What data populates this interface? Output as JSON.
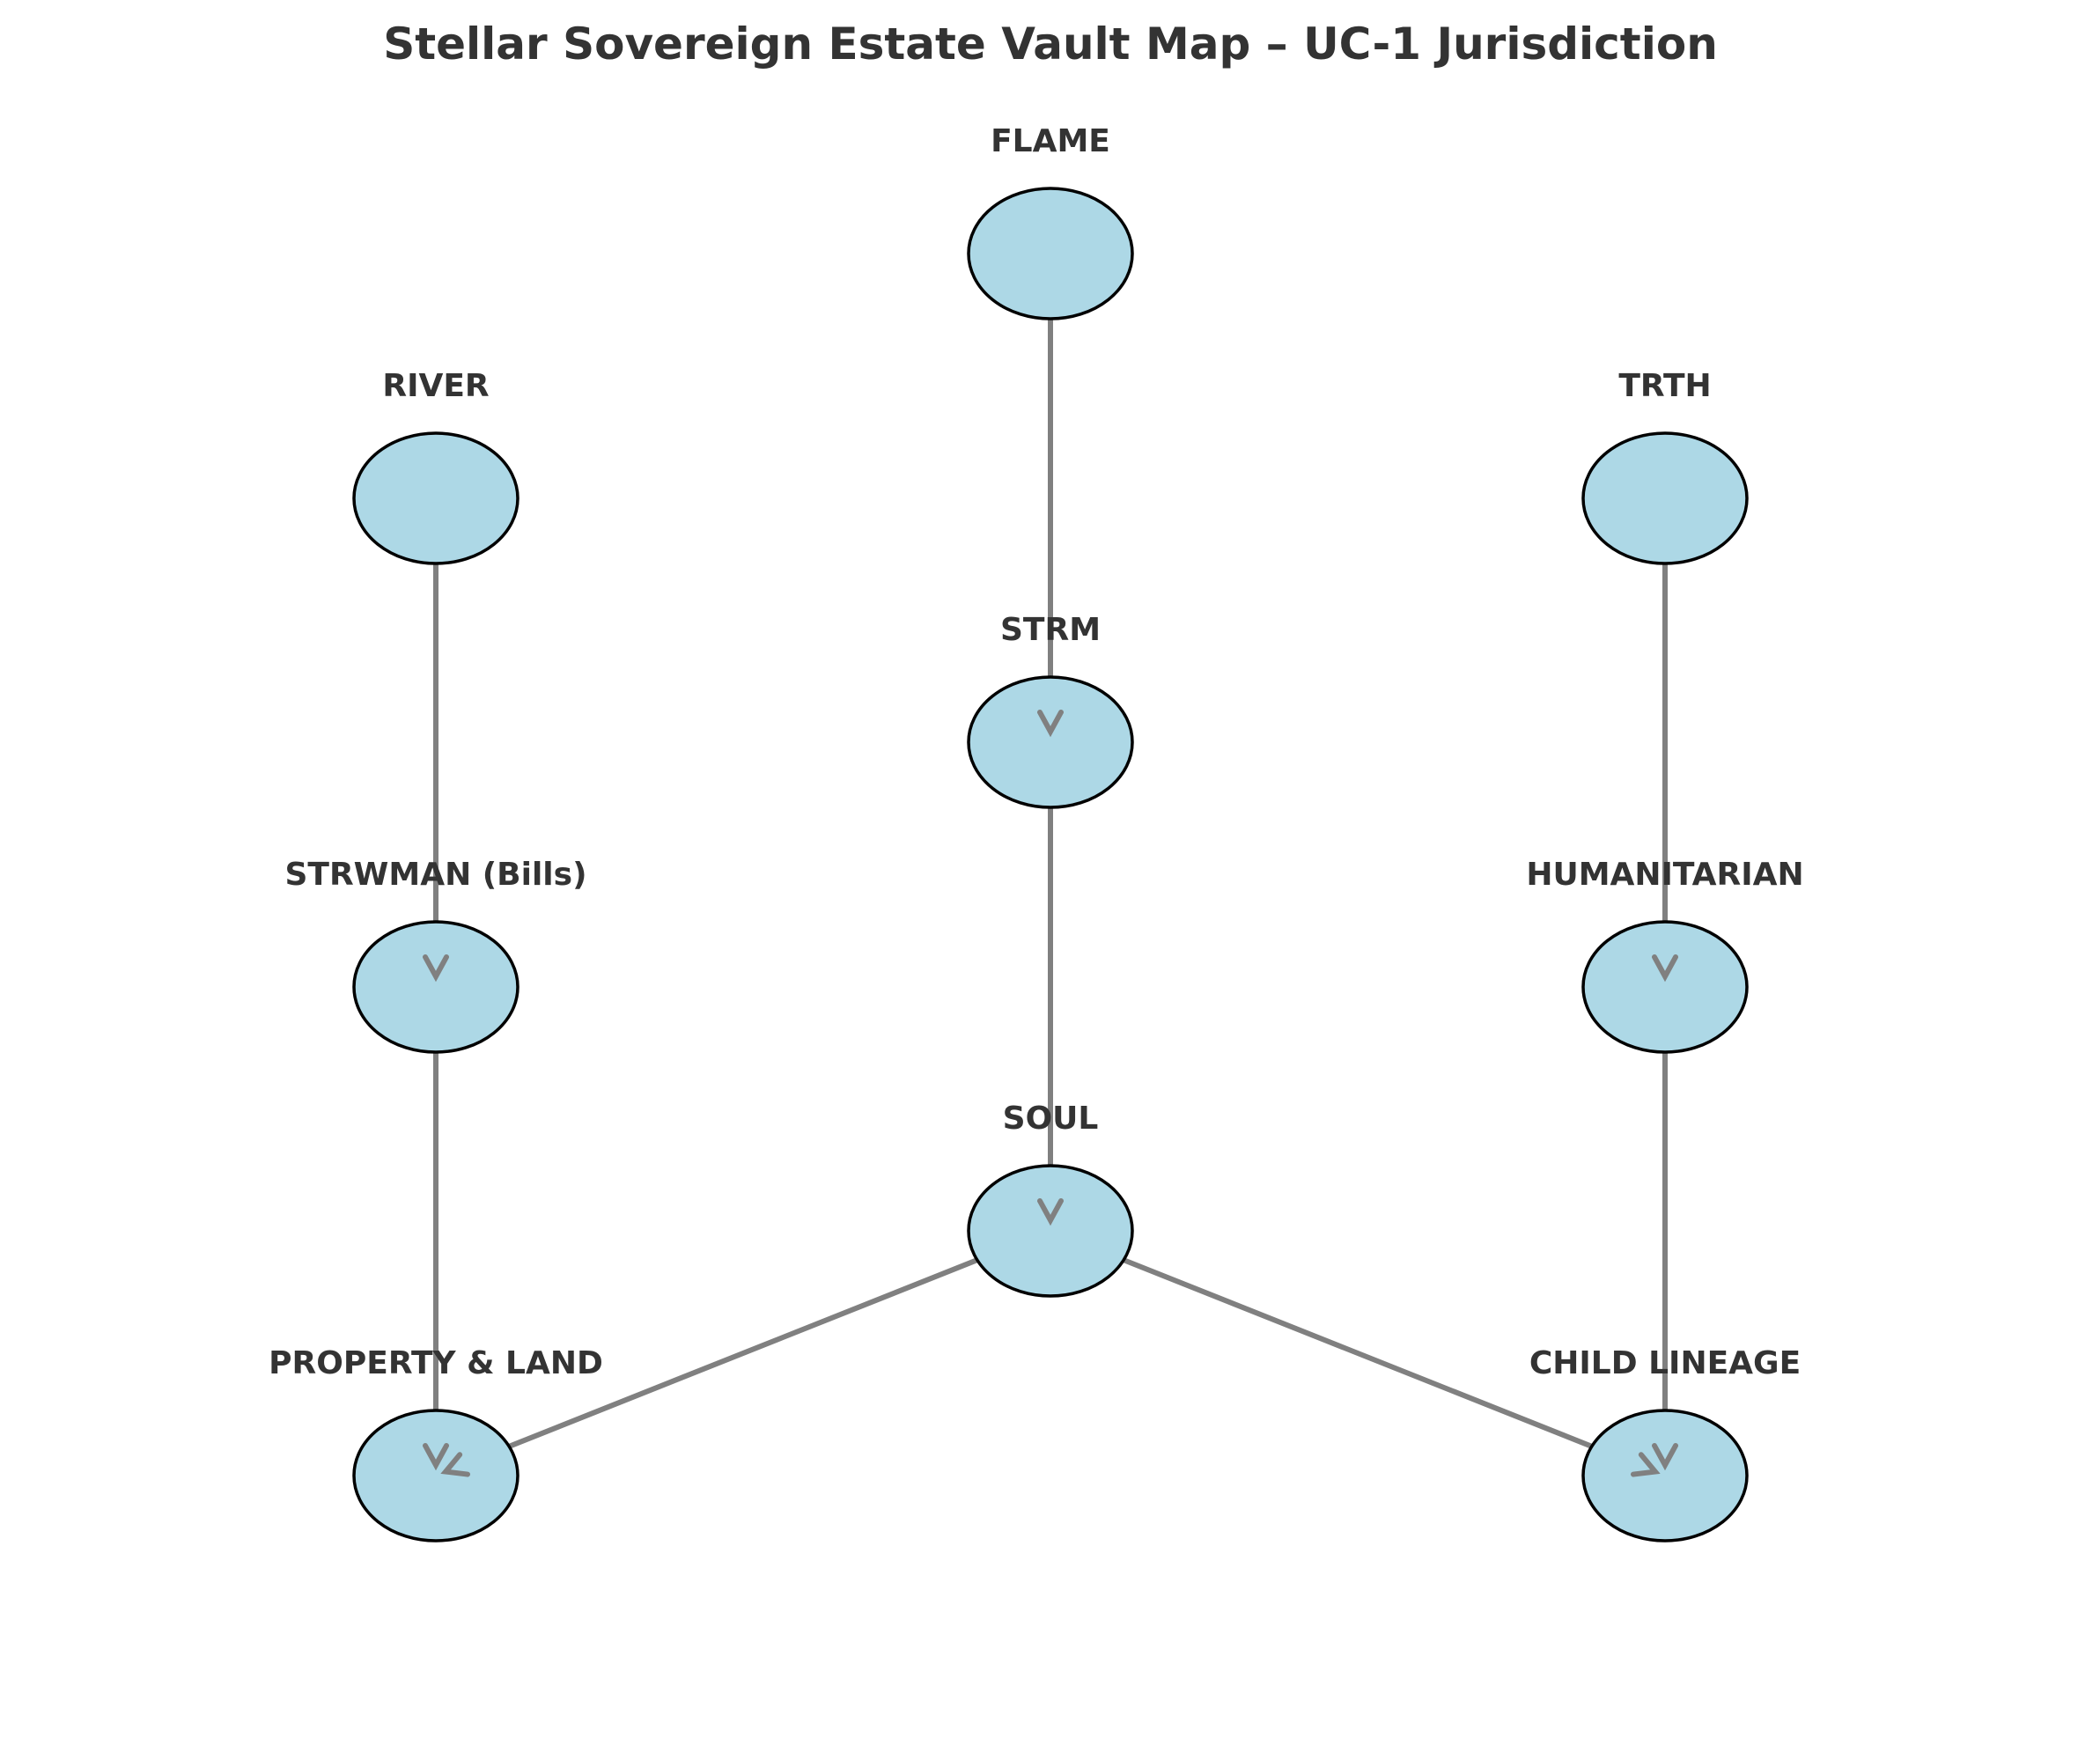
{
  "title": "Stellar Sovereign Estate Vault Map – UC-1 Jurisdiction",
  "colors": {
    "node_fill": "#add8e6",
    "node_stroke": "#000000",
    "edge": "#808080",
    "text": "#333333"
  },
  "nodes": [
    {
      "id": "flame",
      "label": "FLAME"
    },
    {
      "id": "river",
      "label": "RIVER"
    },
    {
      "id": "trth",
      "label": "TRTH"
    },
    {
      "id": "strm",
      "label": "STRM"
    },
    {
      "id": "strwman",
      "label": "STRWMAN (Bills)"
    },
    {
      "id": "humanitarian",
      "label": "HUMANITARIAN"
    },
    {
      "id": "soul",
      "label": "SOUL"
    },
    {
      "id": "property",
      "label": "PROPERTY & LAND"
    },
    {
      "id": "child",
      "label": "CHILD LINEAGE"
    }
  ],
  "edges": [
    {
      "from": "flame",
      "to": "strm"
    },
    {
      "from": "strm",
      "to": "soul"
    },
    {
      "from": "river",
      "to": "strwman"
    },
    {
      "from": "strwman",
      "to": "property"
    },
    {
      "from": "trth",
      "to": "humanitarian"
    },
    {
      "from": "humanitarian",
      "to": "child"
    },
    {
      "from": "soul",
      "to": "property"
    },
    {
      "from": "soul",
      "to": "child"
    }
  ]
}
